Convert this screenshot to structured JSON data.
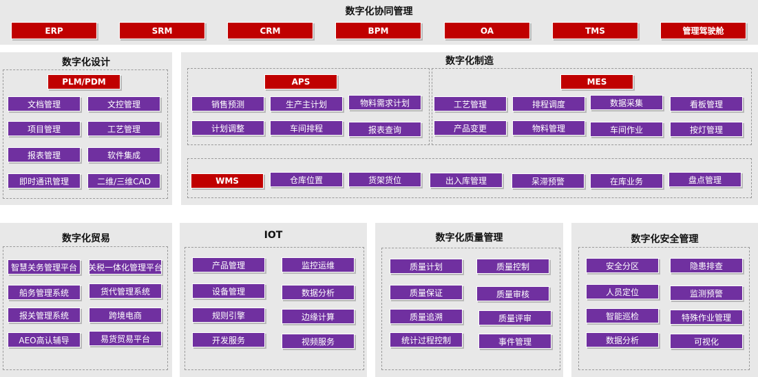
{
  "top": {
    "title": "数字化协同管理",
    "items": [
      "ERP",
      "SRM",
      "CRM",
      "BPM",
      "OA",
      "TMS",
      "管理驾驶舱"
    ]
  },
  "design": {
    "title": "数字化设计",
    "header": "PLM/PDM",
    "items": [
      "文档管理",
      "文控管理",
      "项目管理",
      "工艺管理",
      "报表管理",
      "软件集成",
      "即时通讯管理",
      "二维/三维CAD"
    ]
  },
  "manufacturing": {
    "title": "数字化制造",
    "aps": {
      "header": "APS",
      "items": [
        "销售预测",
        "生产主计划",
        "物料需求计划",
        "计划调整",
        "车间排程",
        "报表查询"
      ]
    },
    "mes": {
      "header": "MES",
      "items": [
        "工艺管理",
        "排程调度",
        "数据采集",
        "看板管理",
        "产品变更",
        "物料管理",
        "车间作业",
        "按灯管理"
      ]
    },
    "wms": {
      "header": "WMS",
      "items": [
        "仓库位置",
        "货架货位",
        "出入库管理",
        "呆滞预警",
        "在库业务",
        "盘点管理"
      ]
    }
  },
  "trade": {
    "title": "数字化贸易",
    "items": [
      "智慧关务管理平台",
      "关税一体化管理平台",
      "船务管理系统",
      "货代管理系统",
      "报关管理系统",
      "跨境电商",
      "AEO高认辅导",
      "易货贸易平台"
    ]
  },
  "iot": {
    "title": "IOT",
    "items": [
      "产品管理",
      "监控运维",
      "设备管理",
      "数据分析",
      "规则引擎",
      "边缘计算",
      "开发服务",
      "视频服务"
    ]
  },
  "quality": {
    "title": "数字化质量管理",
    "items": [
      "质量计划",
      "质量控制",
      "质量保证",
      "质量审核",
      "质量追溯",
      "质量评审",
      "统计过程控制",
      "事件管理"
    ]
  },
  "security": {
    "title": "数字化安全管理",
    "items": [
      "安全分区",
      "隐患排查",
      "人员定位",
      "监测预警",
      "智能巡检",
      "特殊作业管理",
      "数据分析",
      "可视化"
    ]
  }
}
